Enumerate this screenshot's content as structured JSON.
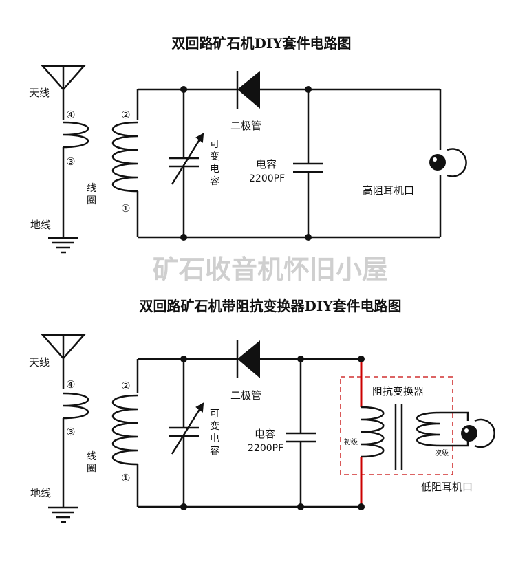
{
  "diagram1": {
    "title": "双回路矿石机DIY套件电路图",
    "antenna_label": "天线",
    "ground_label": "地线",
    "terminals": {
      "t1": "①",
      "t2": "②",
      "t3": "③",
      "t4": "④"
    },
    "coil_label": [
      "线",
      "圈"
    ],
    "varcap_label": [
      "可",
      "变",
      "电",
      "容"
    ],
    "diode_label": "二极管",
    "cap_label": "电容",
    "cap_value": "2200PF",
    "earphone_label": "高阻耳机口"
  },
  "watermark": "矿石收音机怀旧小屋",
  "diagram2": {
    "title": "双回路矿石机带阻抗变换器DIY套件电路图",
    "antenna_label": "天线",
    "ground_label": "地线",
    "terminals": {
      "t1": "①",
      "t2": "②",
      "t3": "③",
      "t4": "④"
    },
    "coil_label": [
      "线",
      "圈"
    ],
    "varcap_label": [
      "可",
      "变",
      "电",
      "容"
    ],
    "diode_label": "二极管",
    "cap_label": "电容",
    "cap_value": "2200PF",
    "transformer_label": "阻抗变换器",
    "primary_label": "初级",
    "secondary_label": "次级",
    "earphone_label": "低阻耳机口"
  },
  "colors": {
    "wire": "#111111",
    "highlight": "#cc0000",
    "box_border": "#d03030",
    "watermark": "#cfcfcf"
  }
}
